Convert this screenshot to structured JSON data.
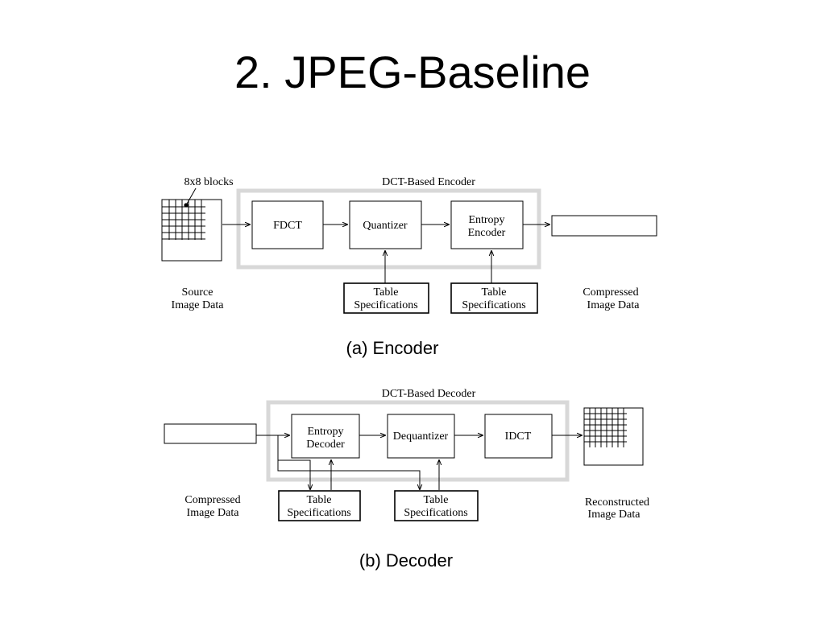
{
  "slide": {
    "title": "2. JPEG-Baseline"
  },
  "encoder": {
    "blocks_label": "8x8 blocks",
    "group_label": "DCT-Based Encoder",
    "fdct": "FDCT",
    "quantizer": "Quantizer",
    "entropy_line1": "Entropy",
    "entropy_line2": "Encoder",
    "table1_line1": "Table",
    "table1_line2": "Specifications",
    "table2_line1": "Table",
    "table2_line2": "Specifications",
    "source_line1": "Source",
    "source_line2": "Image Data",
    "compressed_line1": "Compressed",
    "compressed_line2": "Image Data",
    "caption": "(a) Encoder"
  },
  "decoder": {
    "group_label": "DCT-Based Decoder",
    "entropy_line1": "Entropy",
    "entropy_line2": "Decoder",
    "dequantizer": "Dequantizer",
    "idct": "IDCT",
    "table1_line1": "Table",
    "table1_line2": "Specifications",
    "table2_line1": "Table",
    "table2_line2": "Specifications",
    "compressed_line1": "Compressed",
    "compressed_line2": "Image Data",
    "reconstructed_line1": "Reconstructed",
    "reconstructed_line2": "Image Data",
    "caption": "(b) Decoder"
  }
}
